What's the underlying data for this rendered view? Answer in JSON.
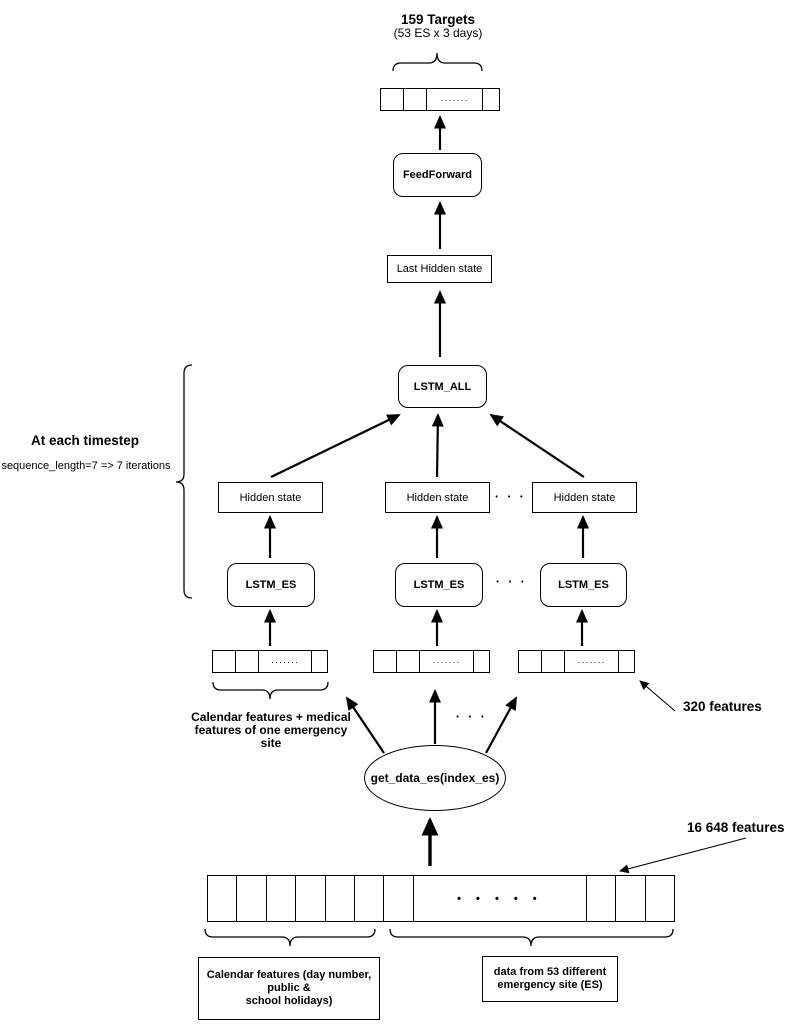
{
  "colors": {
    "ink": "#000000",
    "background": "#ffffff"
  },
  "targets": {
    "title": "159 Targets",
    "subtitle": "(53 ES x 3 days)"
  },
  "nodes": {
    "feedforward": "FeedForward",
    "last_hidden": "Last Hidden state",
    "lstm_all": "LSTM_ALL",
    "hidden_state": "Hidden state",
    "lstm_es": "LSTM_ES",
    "get_data": "get_data_es(index_es)"
  },
  "dots": {
    "vector": "·······",
    "big_vector": "• • • • •",
    "ellipsis": "• • •"
  },
  "annotations": {
    "timestep_title": "At each timestep",
    "timestep_detail": "sequence_length=7  =>  7 iterations",
    "features_320": "320 features",
    "features_16648": "16 648 features",
    "calendar_medical_line1": "Calendar features + medical",
    "calendar_medical_line2": "features of one emergency site"
  },
  "legend_boxes": {
    "calendar_line1": "Calendar features (day number, public &",
    "calendar_line2": "school holidays)",
    "data_line1": "data from 53 different",
    "data_line2": "emergency site (ES)"
  }
}
